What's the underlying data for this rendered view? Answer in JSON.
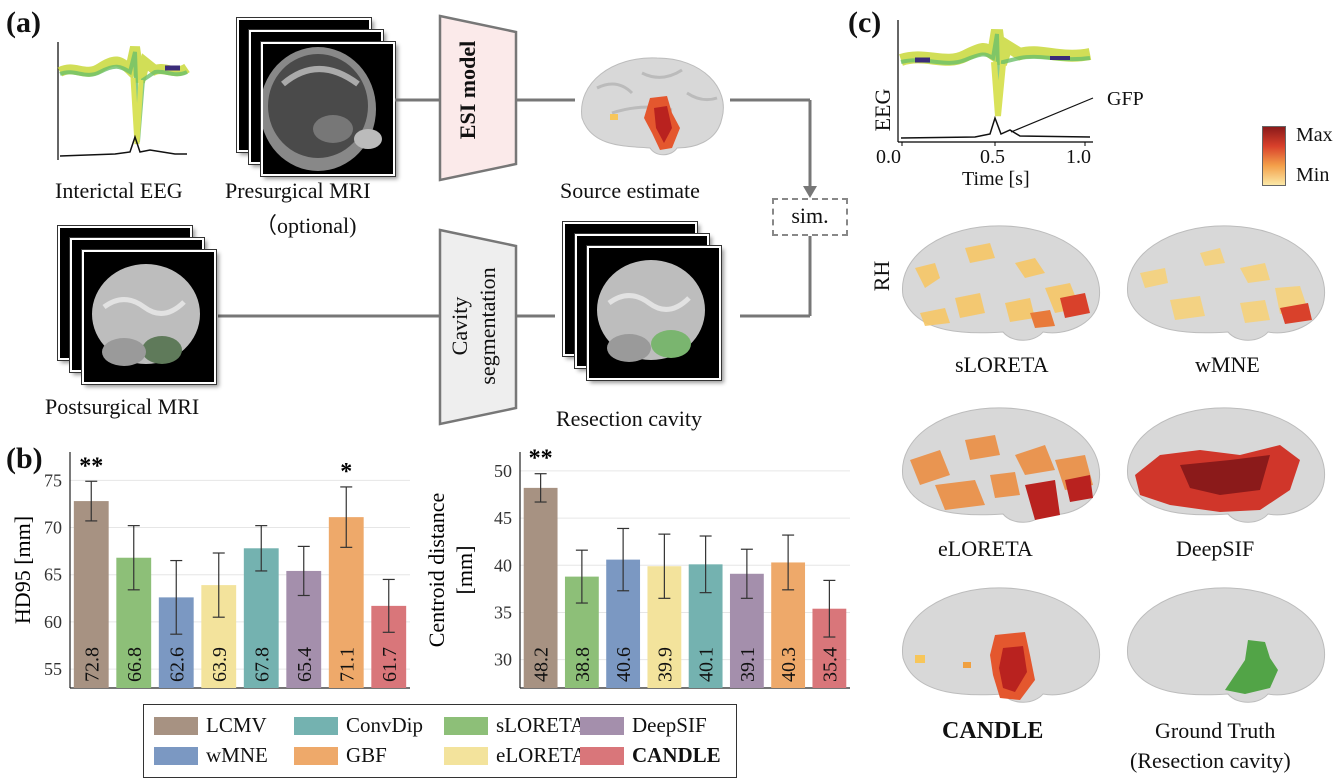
{
  "panels": {
    "a": "(a)",
    "b": "(b)",
    "c": "(c)"
  },
  "pipeline": {
    "interictal_eeg": "Interictal EEG",
    "presurgical_mri": "Presurgical MRI",
    "optional": "（optional)",
    "postsurgical_mri": "Postsurgical MRI",
    "esi_model": "ESI model",
    "cavity_segmentation_1": "Cavity",
    "cavity_segmentation_2": "segmentation",
    "source_estimate": "Source estimate",
    "resection_cavity": "Resection cavity",
    "sim": "sim."
  },
  "panel_c": {
    "eeg_label": "EEG",
    "gfp_label": "GFP",
    "time_label": "Time [s]",
    "time_ticks": [
      "0.0",
      "0.5",
      "1.0"
    ],
    "colorbar_max": "Max",
    "colorbar_min": "Min",
    "rh_label": "RH",
    "brains": [
      {
        "label": "sLORETA",
        "bold": false
      },
      {
        "label": "wMNE",
        "bold": false
      },
      {
        "label": "eLORETA",
        "bold": false
      },
      {
        "label": "DeepSIF",
        "bold": false
      },
      {
        "label": "CANDLE",
        "bold": true
      },
      {
        "label": "Ground Truth",
        "bold": false
      }
    ],
    "ground_truth_sub": "(Resection cavity)"
  },
  "legend": [
    {
      "label": "LCMV",
      "color": "#a79282",
      "bold": false
    },
    {
      "label": "ConvDip",
      "color": "#74b2b0",
      "bold": false
    },
    {
      "label": "sLORETA",
      "color": "#8dbf78",
      "bold": false
    },
    {
      "label": "DeepSIF",
      "color": "#a48fac",
      "bold": false
    },
    {
      "label": "wMNE",
      "color": "#7b98c2",
      "bold": false
    },
    {
      "label": "GBF",
      "color": "#eea96a",
      "bold": false
    },
    {
      "label": "eLORETA",
      "color": "#f3e39c",
      "bold": false
    },
    {
      "label": "CANDLE",
      "color": "#d9767a",
      "bold": true
    }
  ],
  "chart_data": [
    {
      "type": "bar",
      "ylabel": "HD95 [mm]",
      "ylim": [
        53,
        78
      ],
      "yticks": [
        55,
        60,
        65,
        70,
        75
      ],
      "categories": [
        "LCMV",
        "wMNE",
        "sLORETA",
        "eLORETA",
        "ConvDip",
        "DeepSIF",
        "GBF",
        "CANDLE"
      ],
      "values": [
        72.8,
        66.8,
        62.6,
        63.9,
        67.8,
        65.4,
        71.1,
        61.7
      ],
      "labels": [
        "72.8",
        "66.8",
        "62.6",
        "63.9",
        "67.8",
        "65.4",
        "71.1",
        "61.7"
      ],
      "bar_colors": [
        "#a79282",
        "#8dbf78",
        "#7b98c2",
        "#f3e39c",
        "#74b2b0",
        "#a48fac",
        "#eea96a",
        "#d9767a"
      ],
      "errors": [
        2.1,
        3.4,
        3.9,
        3.4,
        2.4,
        2.6,
        3.2,
        2.8
      ],
      "significance": [
        "**",
        "",
        "",
        "",
        "",
        "",
        "*",
        ""
      ],
      "grid": true
    },
    {
      "type": "bar",
      "ylabel": "Centroid distance [mm]",
      "ylim": [
        27,
        52
      ],
      "yticks": [
        30,
        35,
        40,
        45,
        50
      ],
      "categories": [
        "LCMV",
        "wMNE",
        "sLORETA",
        "eLORETA",
        "ConvDip",
        "DeepSIF",
        "GBF",
        "CANDLE"
      ],
      "values": [
        48.2,
        38.8,
        40.6,
        39.9,
        40.1,
        39.1,
        40.3,
        35.4
      ],
      "labels": [
        "48.2",
        "38.8",
        "40.6",
        "39.9",
        "40.1",
        "39.1",
        "40.3",
        "35.4"
      ],
      "bar_colors": [
        "#a79282",
        "#8dbf78",
        "#7b98c2",
        "#f3e39c",
        "#74b2b0",
        "#a48fac",
        "#eea96a",
        "#d9767a"
      ],
      "errors": [
        1.5,
        2.8,
        3.3,
        3.4,
        3.0,
        2.6,
        2.9,
        3.0
      ],
      "significance": [
        "**",
        "",
        "",
        "",
        "",
        "",
        "",
        ""
      ],
      "grid": true
    }
  ]
}
